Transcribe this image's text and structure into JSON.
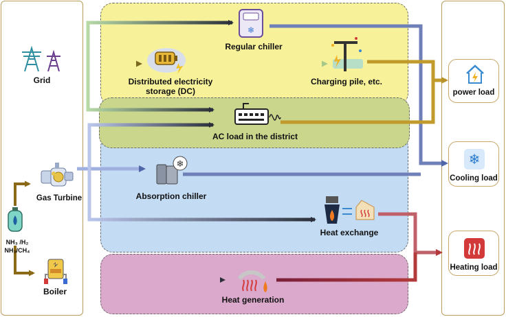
{
  "sources": {
    "grid": "Grid",
    "gas_turbine": "Gas Turbine",
    "fuel_line1": "NH₃ /H₂",
    "fuel_line2": "NH₃/CH₄",
    "boiler": "Boiler"
  },
  "nodes": {
    "regular_chiller": "Regular chiller",
    "dc_storage_line1": "Distributed electricity",
    "dc_storage_line2": "storage (DC)",
    "charging_pile": "Charging pile, etc.",
    "ac_load": "AC load in the district",
    "absorption_chiller": "Absorption chiller",
    "heat_exchange": "Heat exchange",
    "heat_generation": "Heat generation"
  },
  "loads": {
    "power": "power load",
    "cooling": "Cooling load",
    "heating": "Heating load"
  },
  "colors": {
    "electric_region": "#f7f19a",
    "ac_region": "#c9d68c",
    "cooling_region": "#c3dbf3",
    "heat_region": "#dba9cc",
    "frame": "#b89a5a"
  },
  "icons": [
    "transmission-tower-icon",
    "chiller-icon",
    "battery-icon",
    "charging-pile-icon",
    "power-strip-icon",
    "gas-turbine-icon",
    "absorption-chiller-icon",
    "gas-cylinder-icon",
    "boiler-icon",
    "heat-exchanger-icon",
    "heat-generation-icon",
    "house-lightning-icon",
    "snowflake-icon",
    "heating-icon"
  ]
}
